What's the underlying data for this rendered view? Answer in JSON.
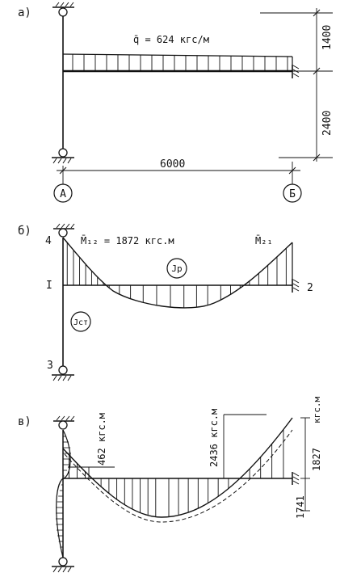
{
  "panel_a": {
    "label": "а)",
    "load": "q̄ = 624 кгс/м",
    "dim_top": "1400",
    "dim_bottom": "2400",
    "span": "6000",
    "axis_a": "А",
    "axis_b": "Б"
  },
  "panel_b": {
    "label": "б)",
    "node_4": "4",
    "node_1": "I",
    "node_2": "2",
    "node_3": "3",
    "m12": "M̄₁₂ = 1872 кгс.м",
    "m21": "M̄₂₁",
    "jp": "Jр",
    "jst": "Jст"
  },
  "panel_c": {
    "label": "в)",
    "v462": "462 кгс.м",
    "v2436": "2436 кгс.м",
    "v_unit": "кгс.м",
    "v1827": "1827",
    "v1741": "1741"
  }
}
